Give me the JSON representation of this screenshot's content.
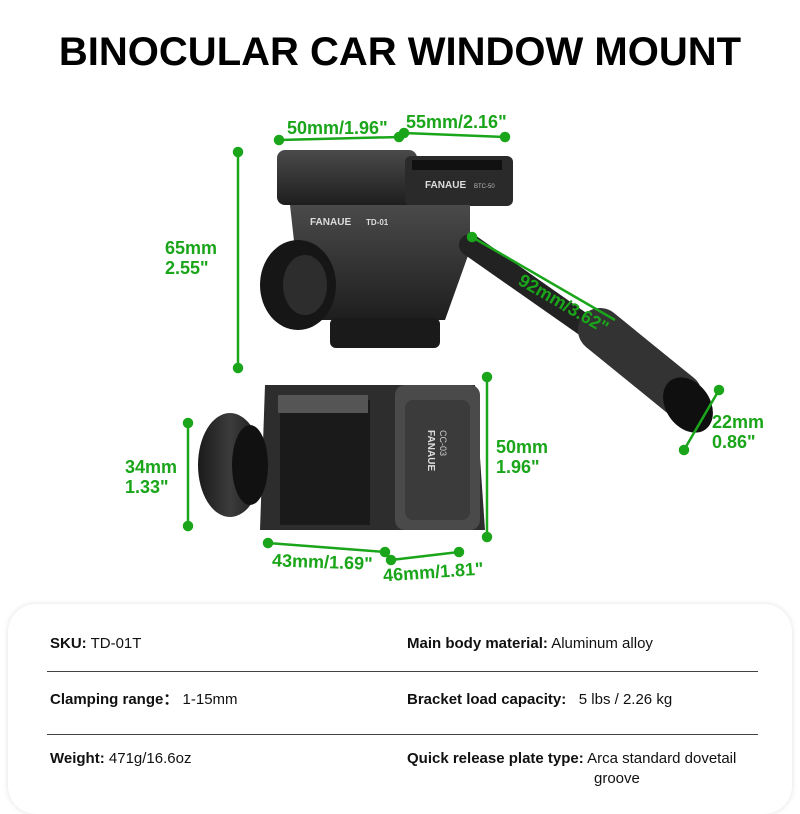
{
  "title": "BINOCULAR CAR WINDOW MOUNT",
  "colors": {
    "dimension": "#1aa51a",
    "product": "#2b2b2b",
    "text": "#111111"
  },
  "product": {
    "brand": "FANAUE",
    "top_plate_model": "BTC-50",
    "head_model": "TD-01",
    "clamp_model": "CC-03"
  },
  "dimensions": {
    "top_left_width": "50mm/1.96\"",
    "top_right_width": "55mm/2.16\"",
    "head_height_mm": "65mm",
    "head_height_in": "2.55\"",
    "handle_length": "92mm/3.62\"",
    "handle_dia_mm": "22mm",
    "handle_dia_in": "0.86\"",
    "clamp_height_mm": "50mm",
    "clamp_height_in": "1.96\"",
    "knob_dia_mm": "34mm",
    "knob_dia_in": "1.33\"",
    "clamp_depth": "43mm/1.69\"",
    "clamp_width": "46mm/1.81\""
  },
  "specs": [
    {
      "label": "SKU:",
      "value": "TD-01T"
    },
    {
      "label": "Main body material:",
      "value": "Aluminum alloy"
    },
    {
      "label": "Clamping range：",
      "value": "1-15mm"
    },
    {
      "label": "Bracket load capacity:",
      "value": "5 lbs / 2.26 kg"
    },
    {
      "label": "Weight:",
      "value": "471g/16.6oz"
    },
    {
      "label": "Quick release plate type:",
      "value": "Arca standard dovetail",
      "value2": "groove"
    }
  ]
}
